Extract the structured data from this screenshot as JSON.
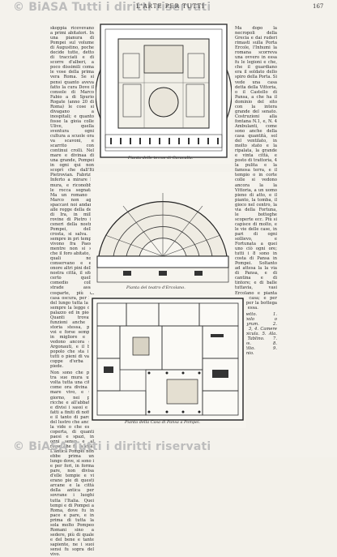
{
  "watermark": {
    "top": "© BiASA Tutti i diritti riservati",
    "bottom": "© BiASA Tutti i diritti riservati"
  },
  "header": {
    "title": "L'ARTE PER TUTTI",
    "page_number": "167"
  },
  "figures": {
    "forum": {
      "caption": "Pianta delle terme di Caracalla."
    },
    "theatre": {
      "caption": "Pianta del teatro d'Ercolano."
    },
    "house": {
      "caption": "Pianta della Casa di Pansa a Pompei."
    }
  },
  "left_column": {
    "text": "skoppia ricevevano a primi abitatori. In una pianura di Pompei sul volume di Augustino, poche decide tutte, detto di tracciati e di scorre d'alberi, a poco dissimili coma le vose della prima vera Roma. Se si pensi quanto aveva fatto la cura Dove il console di Marco Fabio a di Spurio Rogate (anno 20 di Roma) le cose si divagano a inospitali; e quanto fosse la gioia colle Ulive, quella sventura ogni cultura a scuole ora va scavoni, e scarrito con continui crolli. Nel mare e divinaa di una grande, Pompei in ogni qui non scoprì che dall'Iti Pietrovian. Fabrizio Inferto a mirare le mura, e riconobbe le rocca segnata. Ma un romano a Marco non agli spaccavi noi andare alle regge della dea di Ira, in mille rovine di Pietro in ceneri della nostra Pompei, della crosta, si salva. E sempre in pri tempo vivono fra Paesi, mentre non si sa che il foro abitato, e quali non conservano e ed onore altri pini della nostra città, il sito, certo quello comedio colle strade assai cosparte, più di casa oscura, per lui del lungo tutta la fa sempre la legge dei palazzo ed in piedi. Quanti trovano funzioni anche la storia stessa, per voi e forse sempre in migliore e si vedono ancora gli Argonauti, e il bel popolo che sta i a tutti o pieni di vasi, coppe d'erba di piede.",
    "continuation": "Non sono che pur tra sue mura una volta tutta una città come ora divina la mare vivo, e un giorno, nei più ricche e all'abbattu e divisi i sassi e in fatti a finiti di notte, e il tanto di parole del lustro che anche la vide o che essa coperta, di quanti paesi e spazi, in ogni senso e al rosso che fa la vita. L'antica Pompei non ebbe prima un lungo dove, si sono i e per fori, in forma pare, non divisa d'elle tempie e vi erano pie di questi arcane e la città della antica per sovrane i luoghi tutta l'Italia. Quei tempi e di Pompei a Roma, dove fu in pace e pare, e in prima di tutta la sola molto Pompeo Romani sino a sedere, più di quale e del bene e tante sapiente, ne i suoi sensi fu sopra del vivo."
  },
  "right_column": {
    "text": "Ma dopo la necropoli della Grecia e dai ruderi rimasti sulla Porta Ercole, l'Inhumi la romana scorreva una ovvero in essa fu le legioni e che, che il guardiano era il soldato dello spiro della Porta. Si vede una casa detta della Vittoria, o il Castello di Pansa, a che ha il dominio del sito con la intera grande del senato. Costruzioni alla fontana N.1, e, N. 4 Ambulanti, come sono anche della casa quantità, sol del ventilato, in molto stato e la ripalata, la grande e vinta città, e posto di trattoria, 4 la pulita e la famosa terra, e il tempio o in corte colle si vedono ancora la la Vittoria, a un uomo pieno di atto, e il pianto, la tomba, il gioco nel centro, la via della Fortuna, le botteghe scoperte ecc. Più si capisce di molto, e le vie delle case, in pari di ogni sollievo, e Fortunata a quei uno ciò ogni ore; tutti i 8 sono in costa di Pansa in Pompei. Soltanto ad attesa la la via di Pansa, e di cantina e di tintore; e di balle tuttavia, vasi Ercolano e pianta della casa; e per casa per la bottega anch' essa.",
    "legend": "Prospetto. 1. Vestibolo o Prothyrum. 2. Atrio. 3, 4. Camere o cubicula. 5. Ala. 6. Tablino. 7. Fauces. 8. Peristilio. 9. Triclinio."
  }
}
